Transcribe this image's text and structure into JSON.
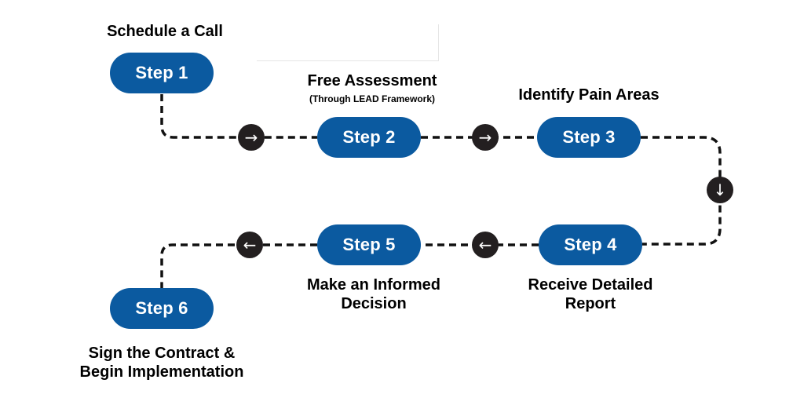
{
  "colors": {
    "pill": "#0b5aa0",
    "arrow_circle": "#231f20",
    "connector": "#111111",
    "text": "#000000"
  },
  "steps": [
    {
      "label": "Step 1",
      "caption": [
        "Schedule a Call"
      ]
    },
    {
      "label": "Step 2",
      "caption": [
        "Free Assessment"
      ],
      "subcaption": "(Through LEAD Framework)"
    },
    {
      "label": "Step 3",
      "caption": [
        "Identify Pain Areas"
      ]
    },
    {
      "label": "Step 4",
      "caption": [
        "Receive Detailed",
        "Report"
      ]
    },
    {
      "label": "Step 5",
      "caption": [
        "Make an Informed",
        "Decision"
      ]
    },
    {
      "label": "Step 6",
      "caption": [
        "Sign the Contract &",
        "Begin Implementation"
      ]
    }
  ],
  "arrows": [
    {
      "icon": "arrow-right-icon",
      "glyph": "→"
    },
    {
      "icon": "arrow-right-icon",
      "glyph": "→"
    },
    {
      "icon": "arrow-down-icon",
      "glyph": "↓"
    },
    {
      "icon": "arrow-left-icon",
      "glyph": "←"
    },
    {
      "icon": "arrow-left-icon",
      "glyph": "←"
    }
  ]
}
